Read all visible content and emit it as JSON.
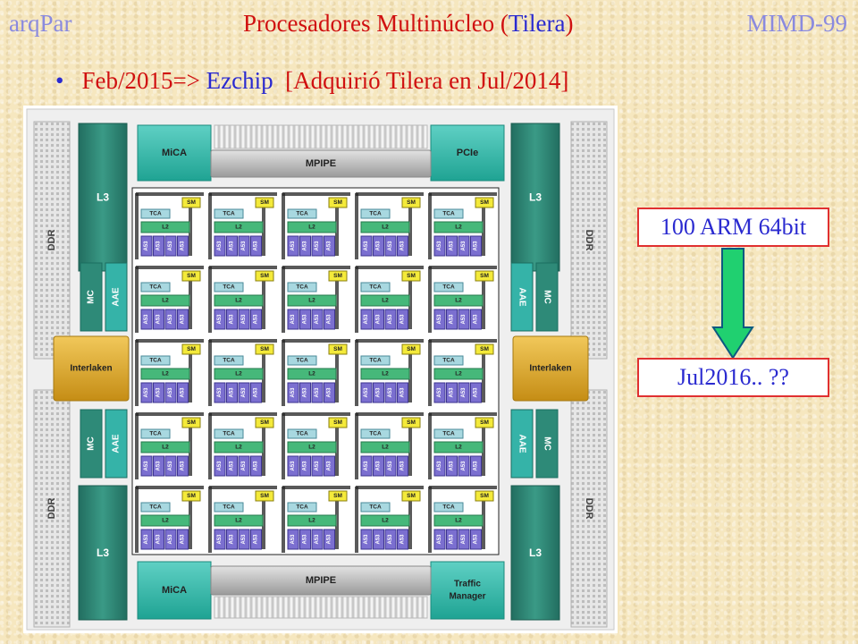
{
  "header": {
    "left": "arqPar",
    "title_main": "Procesadores Multinúcleo (",
    "title_highlight": "Tilera",
    "title_close": ")",
    "right": "MIMD-99"
  },
  "bullet": {
    "prefix": "Feb/2015=>",
    "company": "Ezchip",
    "note": "[Adquirió Tilera en Jul/2014]"
  },
  "chip": {
    "top_left": "MiCA",
    "top_center": "MPIPE",
    "top_right": "PCIe",
    "bottom_left": "MiCA",
    "bottom_center": "MPIPE",
    "bottom_right_line1": "Traffic",
    "bottom_right_line2": "Manager",
    "l3": "L3",
    "ddr": "DDR",
    "mc": "MC",
    "aae": "AAE",
    "interlaken": "Interlaken",
    "tile": {
      "sm": "SM",
      "tca": "TCA",
      "l2": "L2",
      "core": "A53"
    }
  },
  "boxes": {
    "top": "100 ARM 64bit",
    "bottom": "Jul2016.. ??"
  },
  "colors": {
    "background": "#f6e7bf",
    "header_blue": "#8a8adf",
    "title_red": "#d01010",
    "text_blue": "#2a2ad0",
    "teal": "#35b3a8",
    "l3_green": "#2e8a78",
    "interlaken_gold": "#d8a325",
    "core_purple": "#7b6fd0",
    "sm_yellow": "#f4ea3a",
    "arrow_green": "#20d070"
  }
}
